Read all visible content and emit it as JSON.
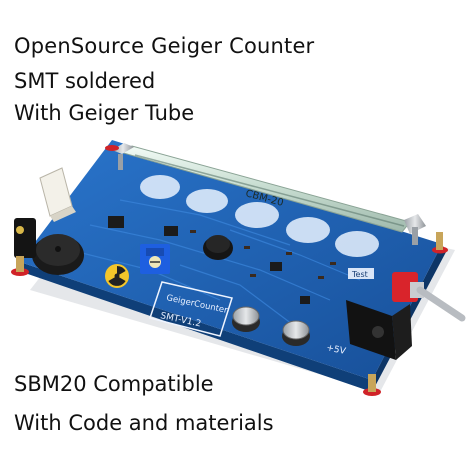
{
  "captions": {
    "line1": "OpenSource Geiger Counter",
    "line2": "SMT soldered",
    "line3": "With Geiger Tube",
    "line4": "SBM20 Compatible",
    "line5": "With Code and materials"
  },
  "board": {
    "tube_print": "CBM-20",
    "label_geiger": "GeigerCounter",
    "label_version": "SMT-V1.2",
    "label_test": "Test",
    "label_power": "+5V"
  },
  "colors": {
    "pcb": "#1f63b8",
    "pcb_dark": "#124a8c",
    "tube_glass": "#cfe3d8",
    "trim_pot": "#1e5fe0",
    "switch_red": "#d9242b",
    "caption_text": "#111111"
  }
}
